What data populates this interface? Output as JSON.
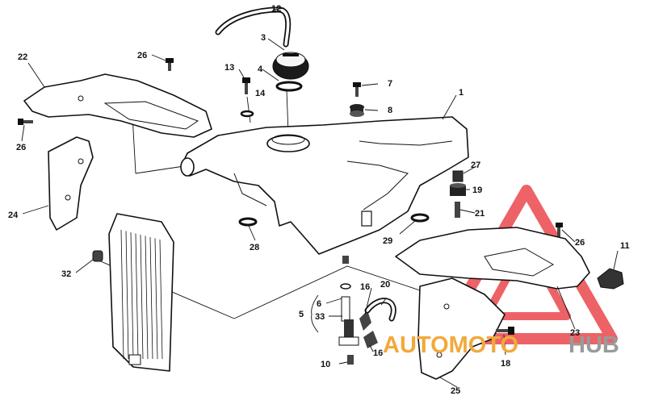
{
  "diagram": {
    "callouts": {
      "c1": "1",
      "c3": "3",
      "c4": "4",
      "c5": "5",
      "c6": "6",
      "c7": "7",
      "c8": "8",
      "c10": "10",
      "c11": "11",
      "c12": "12",
      "c13": "13",
      "c14": "14",
      "c16a": "16",
      "c16b": "16",
      "c18": "18",
      "c19": "19",
      "c20": "20",
      "c21": "21",
      "c22": "22",
      "c23": "23",
      "c24": "24",
      "c25": "25",
      "c26a": "26",
      "c26b": "26",
      "c26c": "26",
      "c27": "27",
      "c28": "28",
      "c29": "29",
      "c32": "32",
      "c33": "33"
    }
  },
  "watermark": {
    "word_a": "AUTOMOTO",
    "word_b": "HUB",
    "color_a": "#f2a93b",
    "color_b": "#9a9a9a",
    "triangle_color": "#e8373c"
  }
}
